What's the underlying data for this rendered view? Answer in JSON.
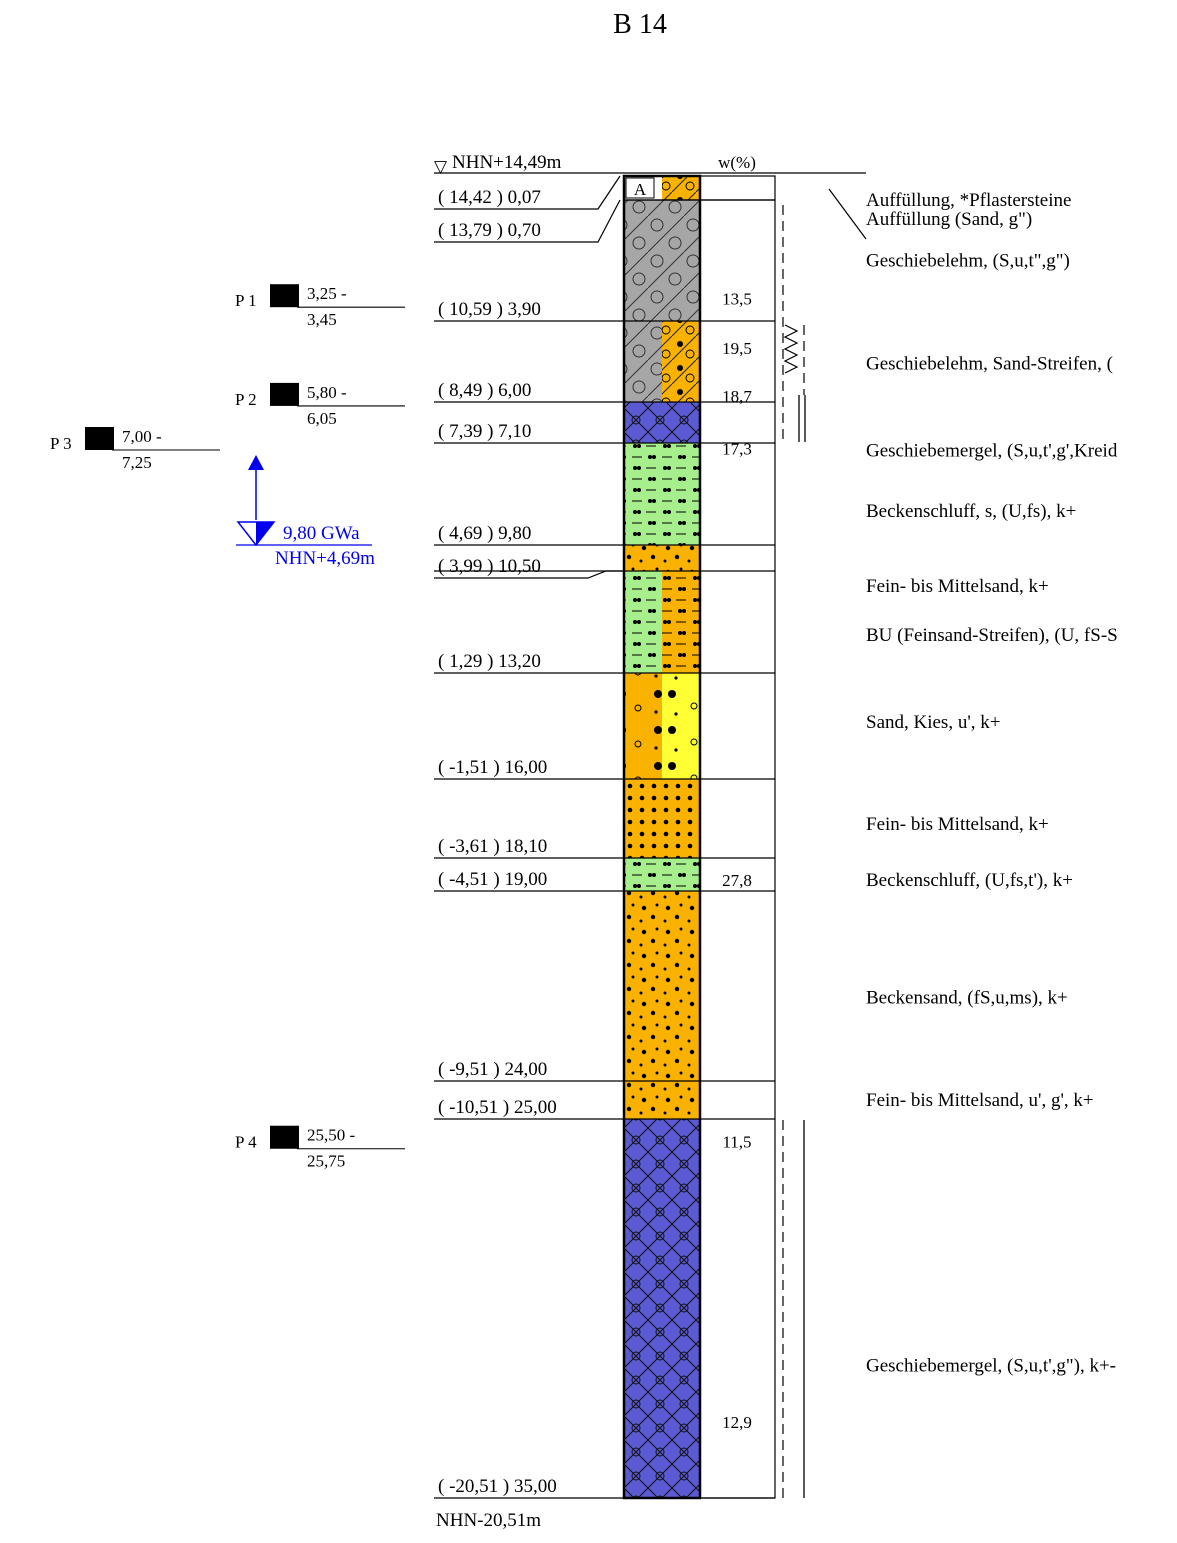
{
  "title": "B 14",
  "header": {
    "top_level": "NHN+14,49m",
    "w_column": "w(%)"
  },
  "bottom_level": "NHN-20,51m",
  "layers": [
    {
      "depth_label": "( 14,42 ) 0,07",
      "depth_m": 0.07,
      "description": "Auffüllung,     *Pflastersteine",
      "fill": "mixed-fill",
      "colors": [
        "#ffffff",
        "#f9b200"
      ]
    },
    {
      "depth_label": "( 13,79 ) 0,70",
      "depth_m": 0.7,
      "description": "Auffüllung (Sand, g\")",
      "fill": "gravel-hatch",
      "colors": [
        "#a6a6a6"
      ]
    },
    {
      "depth_label": "( 10,59 ) 3,90",
      "depth_m": 3.9,
      "description": "Geschiebelehm, (S,u,t\",g\")",
      "fill": "gravel-hatch",
      "colors": [
        "#a6a6a6"
      ]
    },
    {
      "depth_label": "( 8,49 ) 6,00",
      "depth_m": 6.0,
      "description": "Geschiebelehm, Sand-Streifen, (",
      "fill": "split",
      "colors": [
        "#a6a6a6",
        "#f9b200"
      ]
    },
    {
      "depth_label": "( 7,39 ) 7,10",
      "depth_m": 7.1,
      "description": "Geschiebemergel, (S,u,t',g',Kreid",
      "fill": "cross-hatch",
      "colors": [
        "#5a5ad2"
      ]
    },
    {
      "depth_label": "( 4,69 ) 9,80",
      "depth_m": 9.8,
      "description": "Beckenschluff, s, (U,fs), k+",
      "fill": "silt",
      "colors": [
        "#a6ef8c"
      ]
    },
    {
      "depth_label": "( 3,99 ) 10,50",
      "depth_m": 10.5,
      "description": "Fein- bis Mittelsand, k+",
      "fill": "sand",
      "colors": [
        "#f9b200"
      ]
    },
    {
      "depth_label": "( 1,29 ) 13,20",
      "depth_m": 13.2,
      "description": "BU (Feinsand-Streifen), (U, fS-S",
      "fill": "split-silt",
      "colors": [
        "#a6ef8c",
        "#f9b200"
      ]
    },
    {
      "depth_label": "( -1,51 ) 16,00",
      "depth_m": 16.0,
      "description": "Sand, Kies, u', k+",
      "fill": "split-gravel",
      "colors": [
        "#f9b200",
        "#ffff33"
      ]
    },
    {
      "depth_label": "( -3,61 ) 18,10",
      "depth_m": 18.1,
      "description": "Fein- bis Mittelsand, k+",
      "fill": "dense-sand",
      "colors": [
        "#f9b200"
      ]
    },
    {
      "depth_label": "( -4,51 ) 19,00",
      "depth_m": 19.0,
      "description": "Beckenschluff, (U,fs,t'), k+",
      "fill": "silt",
      "colors": [
        "#a6ef8c"
      ]
    },
    {
      "depth_label": "( -9,51 ) 24,00",
      "depth_m": 24.0,
      "description": "Beckensand, (fS,u,ms), k+",
      "fill": "sand",
      "colors": [
        "#f9b200"
      ]
    },
    {
      "depth_label": "( -10,51 ) 25,00",
      "depth_m": 25.0,
      "description": "Fein- bis Mittelsand, u', g', k+",
      "fill": "sand",
      "colors": [
        "#f9b200"
      ]
    },
    {
      "depth_label": "( -20,51 ) 35,00",
      "depth_m": 35.0,
      "description": "Geschiebemergel, (S,u,t',g\"), k+-",
      "fill": "cross-hatch",
      "colors": [
        "#5a5ad2"
      ]
    }
  ],
  "first_layer_tag": "A",
  "w_values": [
    {
      "value": "13,5",
      "depth_m": 3.3
    },
    {
      "value": "19,5",
      "depth_m": 4.6
    },
    {
      "value": "18,7",
      "depth_m": 5.85
    },
    {
      "value": "17,3",
      "depth_m": 7.25
    },
    {
      "value": "27,8",
      "depth_m": 18.7
    },
    {
      "value": "11,5",
      "depth_m": 25.6
    },
    {
      "value": "12,9",
      "depth_m": 33.0
    }
  ],
  "samples": [
    {
      "name": "P 1",
      "top": "3,25 -",
      "bottom": "3,45",
      "depth_m": 3.35
    },
    {
      "name": "P 2",
      "top": "5,80 -",
      "bottom": "6,05",
      "depth_m": 5.92
    },
    {
      "name": "P 3",
      "top": "7,00 -",
      "bottom": "7,25",
      "depth_m": 7.1
    },
    {
      "name": "P 4",
      "top": "25,50 -",
      "bottom": "25,75",
      "depth_m": 25.6
    }
  ],
  "groundwater": {
    "depth_label": "9,80 GWa",
    "level_label": "NHN+4,69m",
    "color": "#0000ee"
  }
}
